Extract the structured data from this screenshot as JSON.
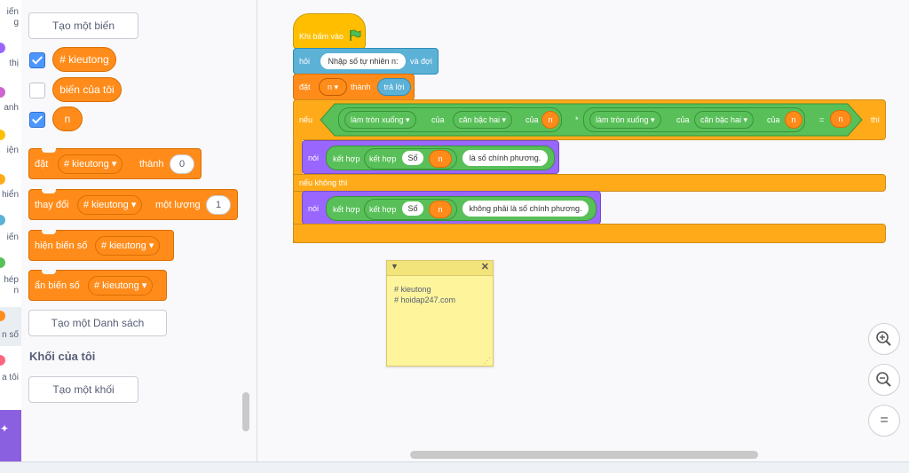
{
  "categories": [
    {
      "label": "iến",
      "sub": "g",
      "color": "#ffffff"
    },
    {
      "label": "thị",
      "color": "#9966ff"
    },
    {
      "label": "anh",
      "color": "#cf63cf"
    },
    {
      "label": "iện",
      "color": "#ffbf00"
    },
    {
      "label": "hiển",
      "color": "#ffab19"
    },
    {
      "label": "iến",
      "color": "#5cb1d6"
    },
    {
      "label": "hép",
      "sub": "n",
      "color": "#59c059"
    },
    {
      "label": "n số",
      "color": "#ff8c1a"
    },
    {
      "label": "a tôi",
      "color": "#ff6680"
    }
  ],
  "palette": {
    "make_variable": "Tạo một biến",
    "variables": [
      {
        "name": "# kieutong",
        "checked": true
      },
      {
        "name": "biến của tôi",
        "checked": false
      },
      {
        "name": "n",
        "checked": true
      }
    ],
    "set_block": {
      "label1": "đặt",
      "var": "# kieutong",
      "label2": "thành",
      "value": "0"
    },
    "change_block": {
      "label1": "thay đổi",
      "var": "# kieutong",
      "label2": "một lượng",
      "value": "1"
    },
    "show_block": {
      "label1": "hiện biến số",
      "var": "# kieutong"
    },
    "hide_block": {
      "label1": "ẩn biến số",
      "var": "# kieutong"
    },
    "make_list": "Tạo một Danh sách",
    "my_blocks_title": "Khối của tôi",
    "make_block": "Tạo một khối"
  },
  "script": {
    "hat": "Khi bấm vào",
    "ask": {
      "label": "hỏi",
      "prompt": "Nhập số tự nhiên n:",
      "suffix": "và đợi"
    },
    "set": {
      "label": "đặt",
      "var": "n",
      "to": "thành",
      "value": "trả lời"
    },
    "if": {
      "label": "nếu",
      "then": "thì",
      "round1": "làm tròn xuống",
      "of1": "của",
      "sqrt1": "căn bậc hai",
      "of2": "của",
      "n1": "n",
      "times": "*",
      "round2": "làm tròn xuống",
      "of3": "của",
      "sqrt2": "căn bậc hai",
      "of4": "của",
      "n2": "n",
      "eq": "=",
      "n3": "n"
    },
    "say1": {
      "label": "nói",
      "join1": "kết hợp",
      "join2": "kết hợp",
      "a": "Số",
      "n": "n",
      "b": "là số chính phương."
    },
    "else": "nếu không thì",
    "say2": {
      "label": "nói",
      "join1": "kết hợp",
      "join2": "kết hợp",
      "a": "Số",
      "n": "n",
      "b": "không phải là số chính phương."
    }
  },
  "note": {
    "line1": "# kieutong",
    "line2": "# hoidap247.com"
  },
  "zoom": {
    "in": "+",
    "out": "−",
    "reset": "="
  },
  "colors": {
    "events": "#ffbf00",
    "sensing": "#5cb1d6",
    "variables": "#ff8c1a",
    "control": "#ffab19",
    "operators": "#59c059",
    "looks": "#9966ff",
    "note": "#fef49c"
  },
  "icons": {
    "flag": "green-flag-icon",
    "zoom_in": "zoom-in-icon",
    "zoom_out": "zoom-out-icon",
    "reset": "zoom-reset-icon",
    "extension": "extension-icon"
  }
}
